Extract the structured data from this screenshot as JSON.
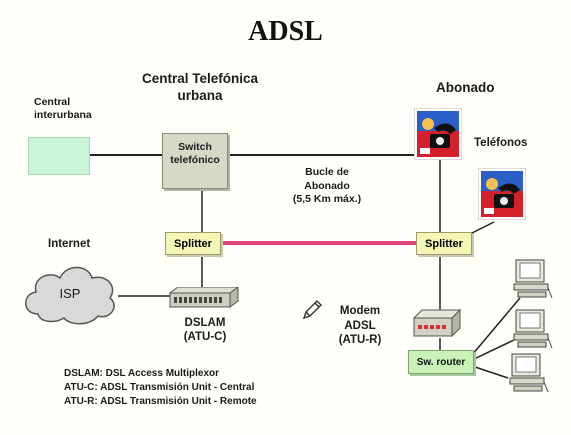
{
  "title": "ADSL",
  "labels": {
    "central_telefonica": "Central Telefónica\nurbana",
    "central_interurbana": "Central\ninterurbana",
    "abonado": "Abonado",
    "telefonos": "Teléfonos",
    "switch": "Switch\ntelefónico",
    "bucle": "Bucle de\nAbonado\n(5,5 Km máx.)",
    "internet": "Internet",
    "isp": "ISP",
    "splitter_left": "Splitter",
    "splitter_right": "Splitter",
    "dslam": "DSLAM\n(ATU-C)",
    "modem": "Modem\nADSL\n(ATU-R)",
    "router": "Sw. router"
  },
  "legend": [
    "DSLAM: DSL Access Multiplexor",
    "ATU-C: ADSL Transmisión Unit - Central",
    "ATU-R: ADSL Transmisión Unit - Remote"
  ],
  "colors": {
    "bucle_line": "#e0457b",
    "splitter_fill": "#f4f6b6",
    "interurbana_fill": "#c8f5d8",
    "router_fill": "#c8f2b8",
    "cloud_fill": "#d9d9d9"
  },
  "icons": [
    "telephone-icon",
    "computer-icon",
    "pencil-icon",
    "cloud-icon"
  ]
}
